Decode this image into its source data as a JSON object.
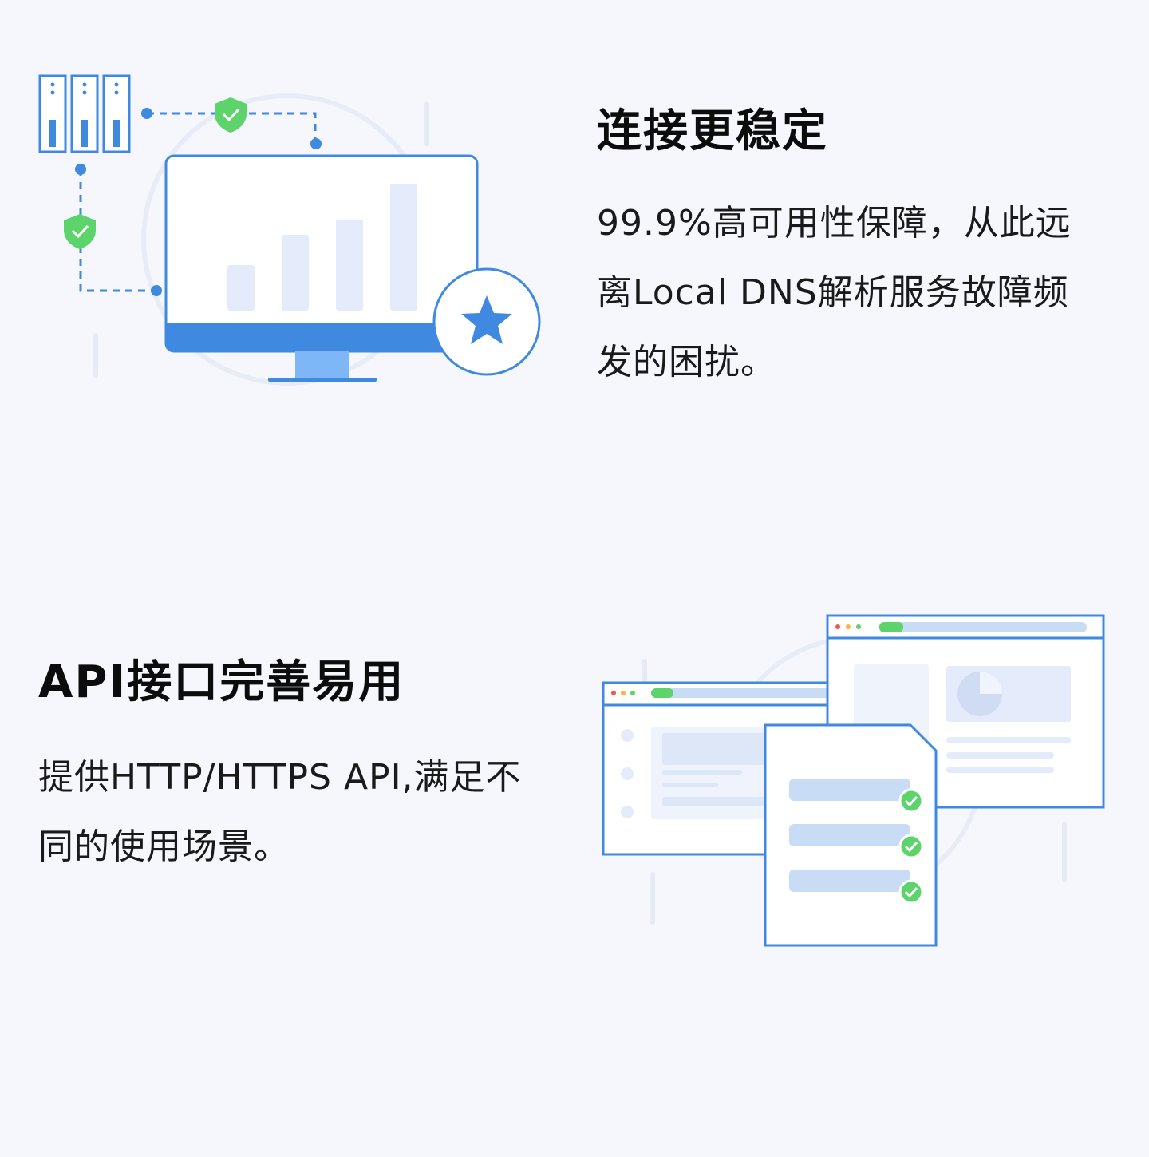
{
  "features": [
    {
      "title": "连接更稳定",
      "lines": [
        "99.9%高可用性保障，从此远",
        "离Local DNS解析服务故障频",
        "发的困扰。"
      ]
    },
    {
      "title": "API接口完善易用",
      "lines": [
        "提供HTTP/HTTPS   API,满足不",
        "同的使用场景。"
      ]
    }
  ],
  "colors": {
    "background": "#f6f7fd",
    "primary_blue": "#3f8ae0",
    "light_blue": "#e4ecfb",
    "shield_green": "#5cd36b"
  },
  "icons": {
    "illustration1": "monitor-chart-with-servers-and-shields",
    "illustration2": "browser-windows-with-document-checklist"
  }
}
